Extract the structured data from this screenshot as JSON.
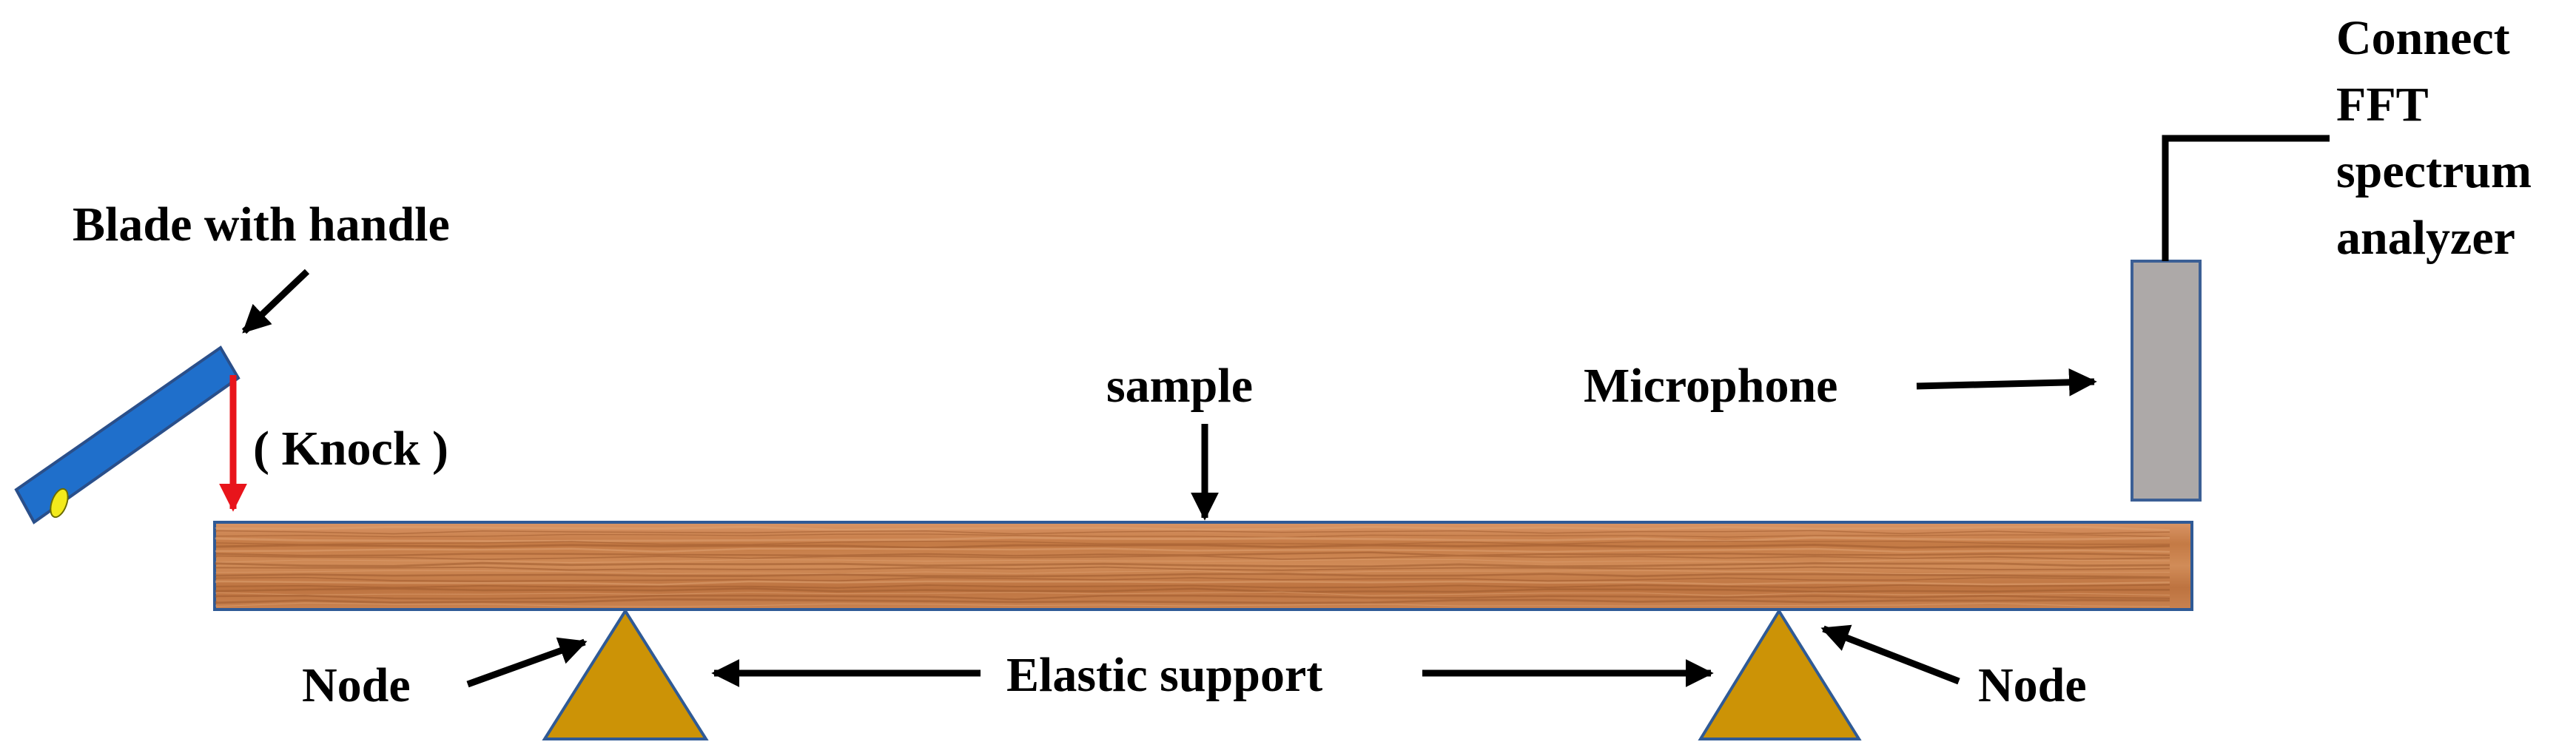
{
  "labels": {
    "blade": "Blade with handle",
    "knock": "( Knock )",
    "sample": "sample",
    "microphone": "Microphone",
    "connect_line1": "Connect",
    "connect_line2": "FFT",
    "connect_line3": "spectrum",
    "connect_line4": "analyzer",
    "node_left": "Node",
    "node_right": "Node",
    "elastic_support": "Elastic support"
  },
  "colors": {
    "blade_fill": "#1F6FCB",
    "blade_stroke": "#2A4F8A",
    "handle_hole": "#F3EA1C",
    "knock_arrow": "#E8141B",
    "wood_base": "#C9824E",
    "wood_dark": "#9E5A2E",
    "wood_light": "#DFA272",
    "wood_border": "#2F5A96",
    "microphone_fill": "#ADA9A8",
    "microphone_stroke": "#3B5F95",
    "support_fill": "#CC9306",
    "support_stroke": "#2F5A96",
    "arrow": "#000000"
  }
}
